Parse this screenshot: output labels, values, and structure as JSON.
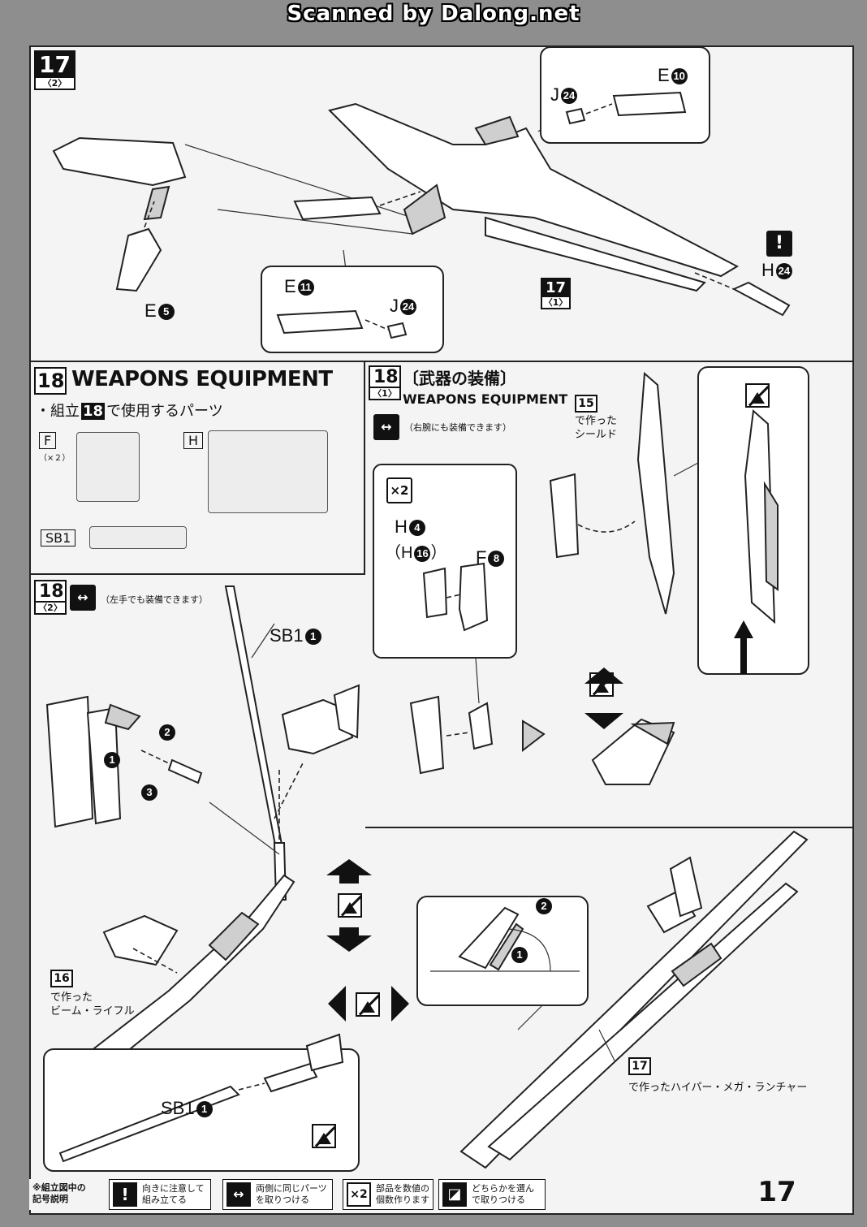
{
  "scanner": "Scanned by Dalong.net",
  "page_number": "17",
  "step17": {
    "num": "17",
    "sub": "〈2〉",
    "ref_num": "17",
    "ref_sub": "〈1〉",
    "labels": {
      "e5": "E",
      "e5_c": "5",
      "e10": "E",
      "e10_c": "10",
      "e11": "E",
      "e11_c": "11",
      "j24a": "J",
      "j24a_c": "24",
      "j24b": "J",
      "j24b_c": "24",
      "h24": "H",
      "h24_c": "24"
    },
    "attention": "!"
  },
  "step18_parts": {
    "num": "18",
    "title": "WEAPONS EQUIPMENT",
    "subtitle_pre": "・組立",
    "subtitle_num": "18",
    "subtitle_post": "で使用するパーツ",
    "runner_f": "F",
    "runner_f_qty": "（×２）",
    "runner_h": "H",
    "runner_sb1": "SB1"
  },
  "step18_1": {
    "num": "18",
    "sub": "〈1〉",
    "title_jp": "〔武器の装備〕",
    "title_en": "WEAPONS EQUIPMENT",
    "note": "（右腕にも装備できます）",
    "x2": "×2",
    "h4": "H",
    "h4_c": "4",
    "h16": "（H",
    "h16_c": "16",
    "h16_end": "）",
    "f8": "F",
    "f8_c": "8",
    "shield_num": "15",
    "shield_l1": "で作った",
    "shield_l2": "シールド"
  },
  "step18_2": {
    "num": "18",
    "sub": "〈2〉",
    "note": "（左手でも装備できます）",
    "sb1_top": "SB1",
    "sb1_top_c": "1",
    "sb1_bottom": "SB1",
    "sb1_bottom_c": "1",
    "c1": "1",
    "c2": "2",
    "c3": "3",
    "rifle_num": "16",
    "rifle_l1": "で作った",
    "rifle_l2": "ビーム・ライフル",
    "launcher_num": "17",
    "launcher_text": "で作ったハイパー・メガ・ランチャー",
    "inset_c1": "1",
    "inset_c2": "2"
  },
  "legend": {
    "title_l1": "※組立図中の",
    "title_l2": "記号説明",
    "items": [
      {
        "icon": "!",
        "l1": "向きに注意して",
        "l2": "組み立てる"
      },
      {
        "icon": "↔",
        "l1": "両側に同じパーツ",
        "l2": "を取りつける"
      },
      {
        "icon": "×2",
        "l1": "部品を数値の",
        "l2": "個数作ります"
      },
      {
        "icon": "◪",
        "l1": "どちらかを選ん",
        "l2": "で取りつける"
      }
    ]
  }
}
